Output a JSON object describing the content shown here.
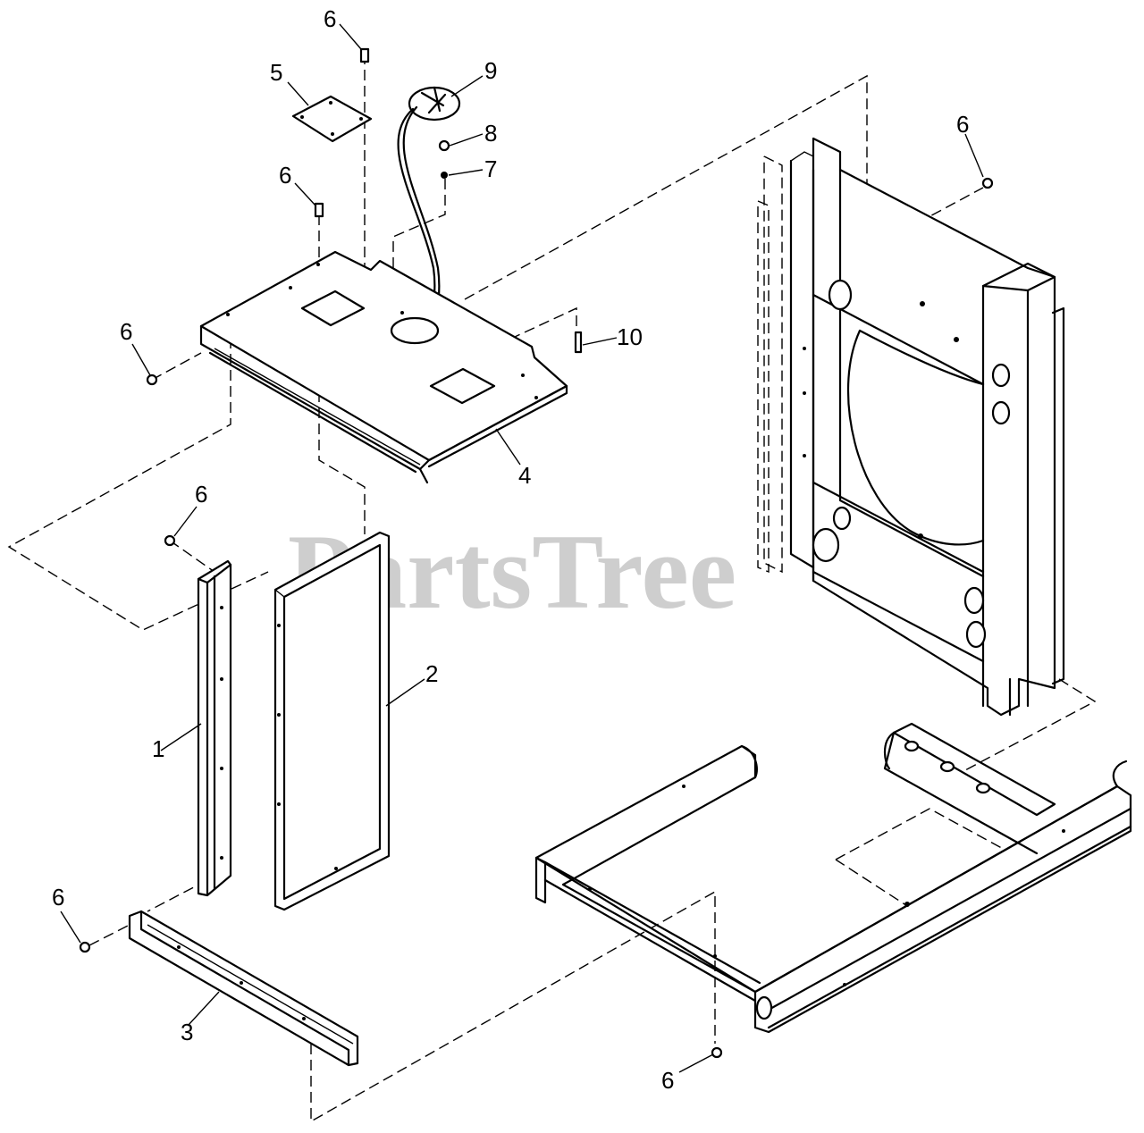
{
  "watermark": "PartsTree",
  "callouts": {
    "c1": "1",
    "c2": "2",
    "c3": "3",
    "c4": "4",
    "c5": "5",
    "c6": "6",
    "c7": "7",
    "c8": "8",
    "c9": "9",
    "c10": "10"
  }
}
